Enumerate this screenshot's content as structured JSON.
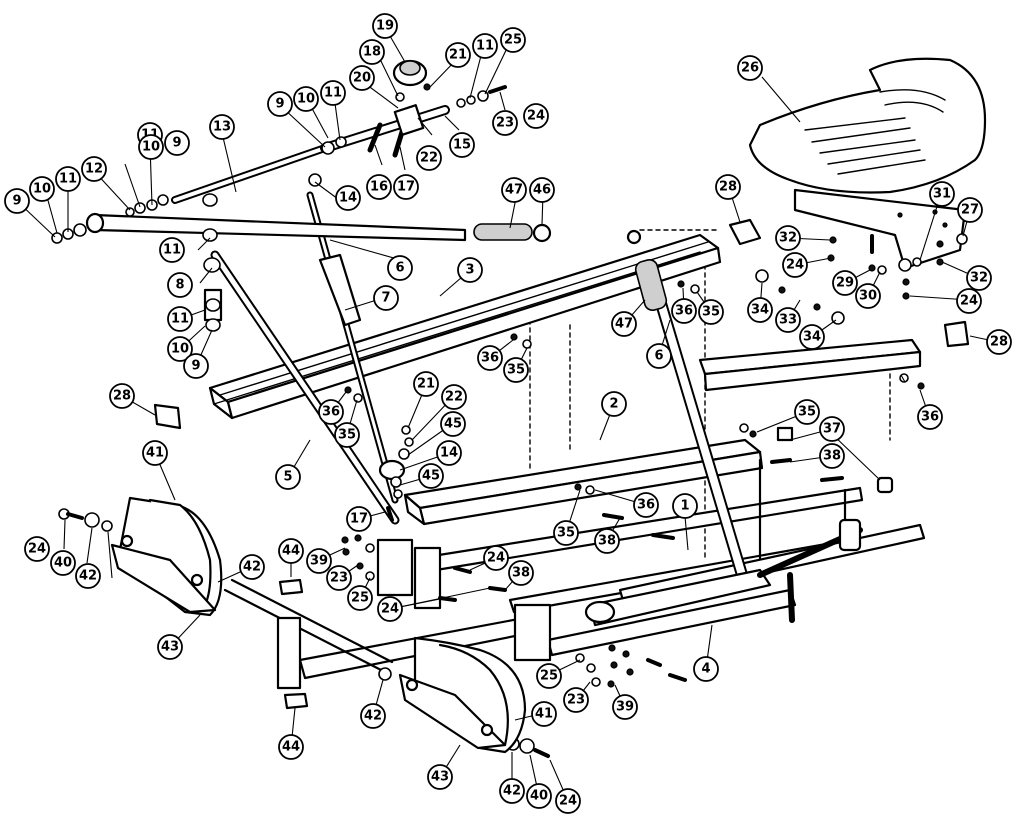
{
  "diagram": {
    "callouts": [
      {
        "id": "c1",
        "label": "19"
      },
      {
        "id": "c2",
        "label": "21"
      },
      {
        "id": "c3",
        "label": "11"
      },
      {
        "id": "c4",
        "label": "25"
      },
      {
        "id": "c5",
        "label": "18"
      },
      {
        "id": "c6",
        "label": "20"
      },
      {
        "id": "c7",
        "label": "9"
      },
      {
        "id": "c8",
        "label": "10"
      },
      {
        "id": "c9",
        "label": "11"
      },
      {
        "id": "c10",
        "label": "23"
      },
      {
        "id": "c11",
        "label": "24"
      },
      {
        "id": "c12",
        "label": "13"
      },
      {
        "id": "c13",
        "label": "22"
      },
      {
        "id": "c14",
        "label": "15"
      },
      {
        "id": "c15",
        "label": "16"
      },
      {
        "id": "c16",
        "label": "17"
      },
      {
        "id": "c17",
        "label": "11"
      },
      {
        "id": "c18",
        "label": "10"
      },
      {
        "id": "c19",
        "label": "9"
      },
      {
        "id": "c20",
        "label": "12"
      },
      {
        "id": "c21",
        "label": "11"
      },
      {
        "id": "c22",
        "label": "10"
      },
      {
        "id": "c23",
        "label": "9"
      },
      {
        "id": "c24",
        "label": "14"
      },
      {
        "id": "c25",
        "label": "47"
      },
      {
        "id": "c26",
        "label": "46"
      },
      {
        "id": "c27",
        "label": "26"
      },
      {
        "id": "c28",
        "label": "11"
      },
      {
        "id": "c29",
        "label": "6"
      },
      {
        "id": "c30",
        "label": "8"
      },
      {
        "id": "c31",
        "label": "7"
      },
      {
        "id": "c32",
        "label": "3"
      },
      {
        "id": "c33",
        "label": "28"
      },
      {
        "id": "c34",
        "label": "31"
      },
      {
        "id": "c35",
        "label": "27"
      },
      {
        "id": "c36",
        "label": "32"
      },
      {
        "id": "c37",
        "label": "24"
      },
      {
        "id": "c38",
        "label": "32"
      },
      {
        "id": "c39",
        "label": "29"
      },
      {
        "id": "c40",
        "label": "30"
      },
      {
        "id": "c41",
        "label": "24"
      },
      {
        "id": "c42",
        "label": "11"
      },
      {
        "id": "c43",
        "label": "10"
      },
      {
        "id": "c44",
        "label": "9"
      },
      {
        "id": "c45",
        "label": "47"
      },
      {
        "id": "c46",
        "label": "36"
      },
      {
        "id": "c47",
        "label": "35"
      },
      {
        "id": "c48",
        "label": "34"
      },
      {
        "id": "c49",
        "label": "33"
      },
      {
        "id": "c50",
        "label": "34"
      },
      {
        "id": "c51",
        "label": "28"
      },
      {
        "id": "c52",
        "label": "6"
      },
      {
        "id": "c53",
        "label": "36"
      },
      {
        "id": "c54",
        "label": "35"
      },
      {
        "id": "c55",
        "label": "28"
      },
      {
        "id": "c56",
        "label": "21"
      },
      {
        "id": "c57",
        "label": "22"
      },
      {
        "id": "c58",
        "label": "36"
      },
      {
        "id": "c59",
        "label": "45"
      },
      {
        "id": "c60",
        "label": "35"
      },
      {
        "id": "c61",
        "label": "2"
      },
      {
        "id": "c62",
        "label": "35"
      },
      {
        "id": "c63",
        "label": "36"
      },
      {
        "id": "c64",
        "label": "37"
      },
      {
        "id": "c65",
        "label": "14"
      },
      {
        "id": "c66",
        "label": "45"
      },
      {
        "id": "c67",
        "label": "5"
      },
      {
        "id": "c68",
        "label": "38"
      },
      {
        "id": "c69",
        "label": "41"
      },
      {
        "id": "c70",
        "label": "36"
      },
      {
        "id": "c71",
        "label": "1"
      },
      {
        "id": "c72",
        "label": "17"
      },
      {
        "id": "c73",
        "label": "24"
      },
      {
        "id": "c74",
        "label": "40"
      },
      {
        "id": "c75",
        "label": "42"
      },
      {
        "id": "c76",
        "label": "35"
      },
      {
        "id": "c77",
        "label": "38"
      },
      {
        "id": "c78",
        "label": "44"
      },
      {
        "id": "c79",
        "label": "39"
      },
      {
        "id": "c80",
        "label": "24"
      },
      {
        "id": "c81",
        "label": "42"
      },
      {
        "id": "c82",
        "label": "23"
      },
      {
        "id": "c83",
        "label": "38"
      },
      {
        "id": "c84",
        "label": "25"
      },
      {
        "id": "c85",
        "label": "24"
      },
      {
        "id": "c86",
        "label": "43"
      },
      {
        "id": "c87",
        "label": "4"
      },
      {
        "id": "c88",
        "label": "25"
      },
      {
        "id": "c89",
        "label": "23"
      },
      {
        "id": "c90",
        "label": "39"
      },
      {
        "id": "c91",
        "label": "42"
      },
      {
        "id": "c92",
        "label": "41"
      },
      {
        "id": "c93",
        "label": "44"
      },
      {
        "id": "c94",
        "label": "43"
      },
      {
        "id": "c95",
        "label": "42"
      },
      {
        "id": "c96",
        "label": "40"
      },
      {
        "id": "c97",
        "label": "24"
      }
    ]
  }
}
